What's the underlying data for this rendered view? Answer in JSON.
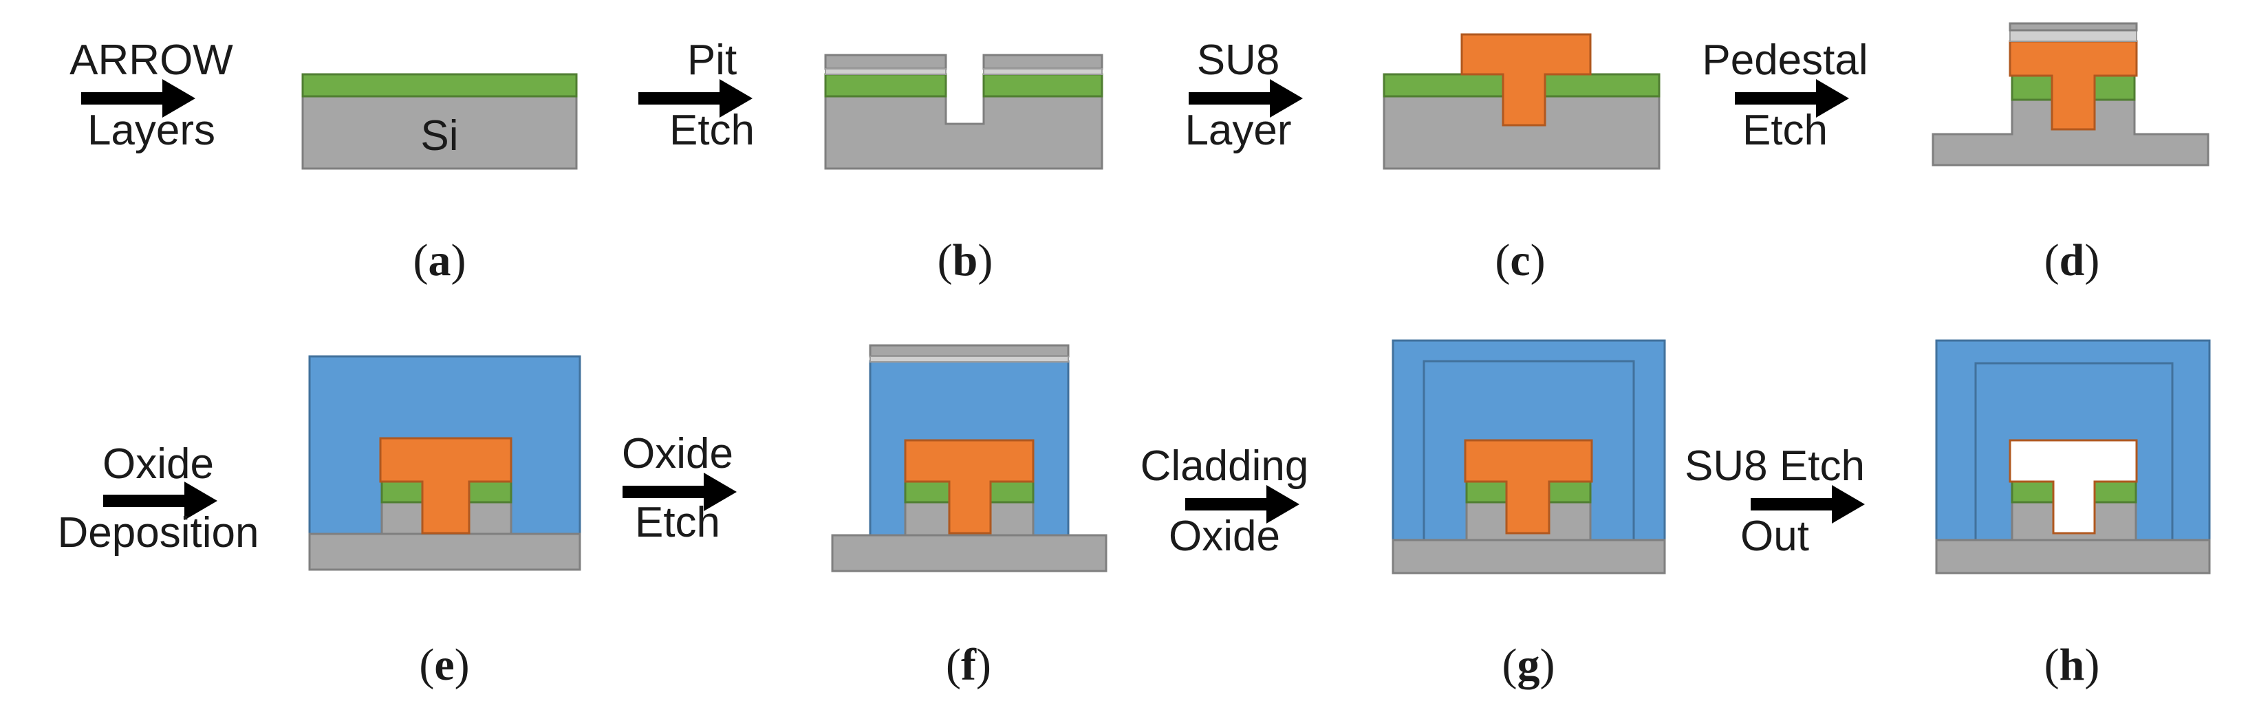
{
  "steps": [
    {
      "line1": "ARROW",
      "line2": "Layers"
    },
    {
      "line1": "Pit",
      "line2": "Etch"
    },
    {
      "line1": "SU8",
      "line2": "Layer"
    },
    {
      "line1": "Pedestal",
      "line2": "Etch"
    },
    {
      "line1": "Oxide",
      "line2": "Deposition"
    },
    {
      "line1": "Oxide",
      "line2": "Etch"
    },
    {
      "line1": "Cladding",
      "line2": "Oxide"
    },
    {
      "line1": "SU8 Etch",
      "line2": "Out"
    }
  ],
  "panels": {
    "a": "a",
    "b": "b",
    "c": "c",
    "d": "d",
    "e": "e",
    "f": "f",
    "g": "g",
    "h": "h"
  },
  "substrate_label": "Si",
  "colors": {
    "silicon": "#a6a6a6",
    "arrow_layers": "#70ad47",
    "su8": "#ed7d31",
    "oxide": "#5b9bd5"
  }
}
